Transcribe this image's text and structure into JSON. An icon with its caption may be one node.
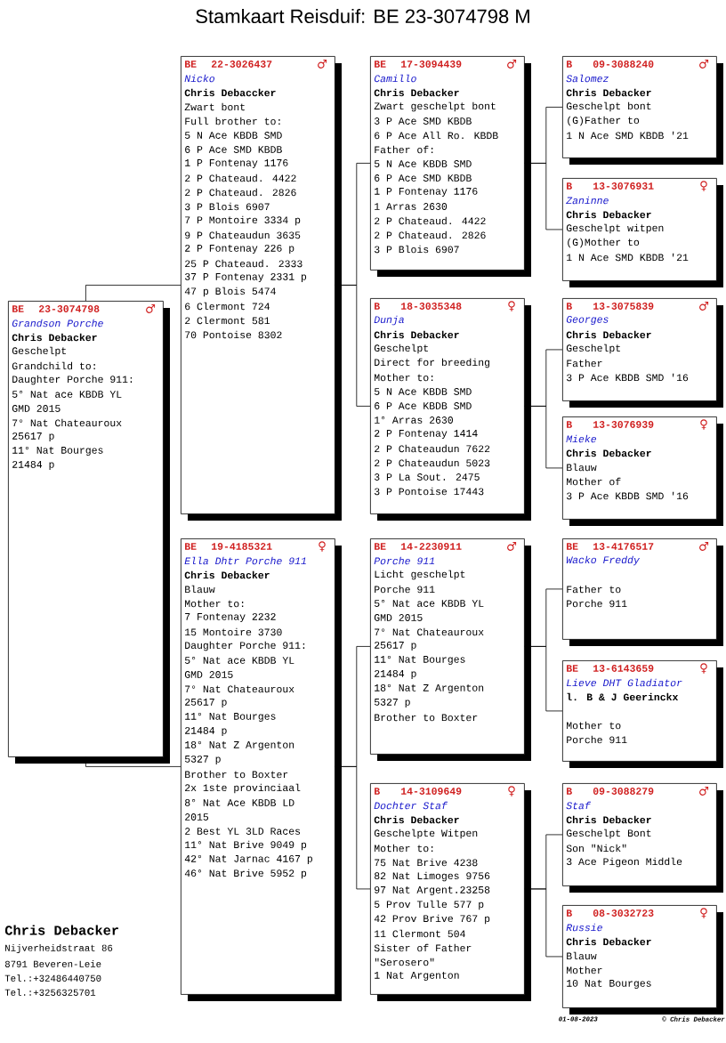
{
  "diagram": {
    "title": "Stamkaart Reisduif: BE 23-3074798 M",
    "nodes": [
      {
        "text": [
          "BE",
          "23-3074798",
          "♂",
          "Grandson Porche",
          "Chris Debacker",
          "Geschelpt",
          "Grandchild to:",
          "Daughter Porche 911:",
          "5° Nat ace KBDB YL",
          "GMD 2015",
          "7° Nat Chateauroux",
          "25617 p",
          "11° Nat Bourges",
          "21484 p"
        ]
      },
      {
        "text": [
          "BE",
          "22-3026437",
          "♂",
          "Nicko",
          "Chris Debaccker",
          "Zwart bont",
          "Full brother to:",
          "5 N Ace KBDB SMD",
          "6 P Ace SMD KBDB",
          "1 P Fontenay 1176",
          "2 P Chateaud. 4422",
          "2 P Chateaud. 2826",
          "3 P Blois 6907",
          "7 P Montoire 3334 p",
          "9 P Chateaudun 3635",
          "2 P Fontenay 226 p",
          "25 P Chateaud. 2333",
          "37 P Fontenay 2331 p",
          "47 p Blois 5474",
          "6 Clermont 724",
          "2 Clermont 581",
          "70 Pontoise 8302"
        ]
      },
      {
        "text": [
          "BE",
          "19-4185321",
          "♀",
          "Ella Dhtr Porche 911",
          "Chris Debacker",
          "Blauw",
          "Mother to:",
          "7 Fontenay 2232",
          "15 Montoire 3730",
          "Daughter Porche 911:",
          "5° Nat ace KBDB YL",
          "GMD 2015",
          "7° Nat Chateauroux",
          "25617 p",
          "11° Nat Bourges",
          "21484 p",
          "18° Nat Z Argenton",
          "5327 p",
          "Brother to Boxter",
          "2x 1ste provinciaal",
          "8° Nat Ace KBDB LD",
          "2015",
          "2 Best YL 3LD Races",
          "11° Nat Brive 9049 p",
          "42° Nat Jarnac 4167 p",
          "46° Nat Brive 5952 p"
        ]
      },
      {
        "text": [
          "BE",
          "17-3094439",
          "♂",
          "Camillo",
          "Chris Debacker",
          "Zwart geschelpt bont",
          "3 P Ace SMD KBDB",
          "6 P Ace All Ro. KBDB",
          "Father of:",
          "5 N Ace KBDB SMD",
          "6 P Ace SMD KBDB",
          "1 P Fontenay 1176",
          "1 Arras 2630",
          "2 P Chateaud. 4422",
          "2 P Chateaud. 2826",
          "3 P Blois 6907"
        ]
      },
      {
        "text": [
          "B",
          "18-3035348",
          "♀",
          "Dunja",
          "Chris Debacker",
          "Geschelpt",
          "Direct for breeding",
          "Mother to:",
          "5 N Ace KBDB SMD",
          "6 P Ace KBDB SMD",
          "1° Arras 2630",
          "2 P Fontenay 1414",
          "2 P Chateaudun 7622",
          "2 P Chateaudun 5023",
          "3 P La Sout. 2475",
          "3 P Pontoise 17443"
        ]
      },
      {
        "text": [
          "BE",
          "14-2230911",
          "♂",
          "Porche 911",
          "Licht geschelpt",
          "Porche 911",
          "5° Nat ace KBDB YL",
          "GMD 2015",
          "7° Nat Chateauroux",
          "25617 p",
          "11° Nat Bourges",
          "21484 p",
          "18° Nat Z Argenton",
          "5327 p",
          "Brother to Boxter"
        ]
      },
      {
        "text": [
          "B",
          "14-3109649",
          "♀",
          "Dochter Staf",
          "Chris Debacker",
          "Geschelpte Witpen",
          "Mother to:",
          "75 Nat Brive 4238",
          "82 Nat Limoges 9756",
          "97 Nat Argent.23258",
          "5 Prov Tulle 577 p",
          "42 Prov Brive 767 p",
          "11 Clermont 504",
          "Sister of Father",
          "\"Serosero\"",
          "1 Nat Argenton"
        ]
      },
      {
        "text": [
          "B",
          "09-3088240",
          "♂",
          "Salomez",
          "Chris Debacker",
          "Geschelpt bont",
          "(G)Father to",
          "1 N Ace SMD KBDB '21"
        ]
      },
      {
        "text": [
          "B",
          "13-3076931",
          "♀",
          "Zaninne",
          "Chris Debacker",
          "Geschelpt witpen",
          "(G)Mother to",
          "1 N Ace SMD KBDB '21"
        ]
      },
      {
        "text": [
          "B",
          "13-3075839",
          "♂",
          "Georges",
          "Chris Debacker",
          "Geschelpt",
          "Father",
          "3 P Ace KBDB SMD '16"
        ]
      },
      {
        "text": [
          "B",
          "13-3076939",
          "♀",
          "Mieke",
          "Chris Debacker",
          "Blauw",
          "Mother of",
          "3 P Ace KBDB SMD '16"
        ]
      },
      {
        "text": [
          "BE",
          "13-4176517",
          "♂",
          "Wacko Freddy",
          "Father to",
          "Porche 911"
        ]
      },
      {
        "text": [
          "BE",
          "13-6143659",
          "♀",
          "Lieve DHT Gladiator",
          "l. B & J Geerinckx",
          "Mother to",
          "Porche 911"
        ]
      },
      {
        "text": [
          "B",
          "09-3088279",
          "♂",
          "Staf",
          "Chris Debacker",
          "Geschelpt Bont",
          "Son \"Nick\"",
          "3 Ace Pigeon Middle"
        ]
      },
      {
        "text": [
          "B",
          "08-3032723",
          "♀",
          "Russie",
          "Chris Debacker",
          "Blauw",
          "Mother",
          "10 Nat Bourges"
        ]
      }
    ],
    "edges": [
      {
        "from": 0,
        "to": 1,
        "arrow": "none"
      },
      {
        "from": 0,
        "to": 2,
        "arrow": "none"
      },
      {
        "from": 1,
        "to": 3,
        "arrow": "none"
      },
      {
        "from": 1,
        "to": 4,
        "arrow": "none"
      },
      {
        "from": 2,
        "to": 5,
        "arrow": "none"
      },
      {
        "from": 2,
        "to": 6,
        "arrow": "none"
      },
      {
        "from": 3,
        "to": 7,
        "arrow": "none"
      },
      {
        "from": 3,
        "to": 8,
        "arrow": "none"
      },
      {
        "from": 4,
        "to": 9,
        "arrow": "none"
      },
      {
        "from": 4,
        "to": 10,
        "arrow": "none"
      },
      {
        "from": 5,
        "to": 11,
        "arrow": "none"
      },
      {
        "from": 5,
        "to": 12,
        "arrow": "none"
      },
      {
        "from": 6,
        "to": 13,
        "arrow": "none"
      },
      {
        "from": 6,
        "to": 14,
        "arrow": "none"
      }
    ],
    "labels": [
      "Chris Debacker",
      "Nijverheidstraat 86",
      "8791 Beveren-Leie",
      "Tel.:+32486440750",
      "Tel.:+3256325701",
      "01-08-2023",
      "© Chris Debacker"
    ]
  }
}
